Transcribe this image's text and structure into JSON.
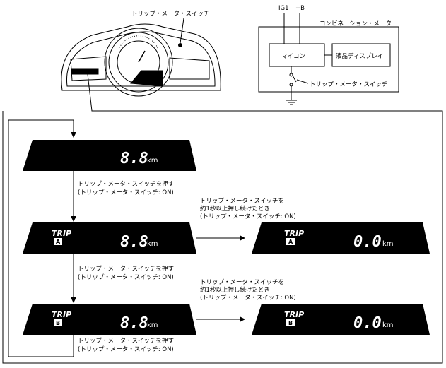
{
  "cluster": {
    "switch_callout": "トリップ・メータ・スイッチ"
  },
  "circuit": {
    "ig1": "IG1",
    "plus_b": "+B",
    "combination_meter": "コンビネーション・メータ",
    "microcomputer": "マイコン",
    "lcd": "液晶ディスプレイ",
    "switch_label": "トリップ・メータ・スイッチ"
  },
  "displays": {
    "odometer": {
      "value": "8.8",
      "unit": "km"
    },
    "trip_a": {
      "label": "TRIP",
      "badge": "A",
      "value": "8.8",
      "unit": "km"
    },
    "trip_a_reset": {
      "label": "TRIP",
      "badge": "A",
      "value": "0.0",
      "unit": "km"
    },
    "trip_b": {
      "label": "TRIP",
      "badge": "B",
      "value": "8.8",
      "unit": "km"
    },
    "trip_b_reset": {
      "label": "TRIP",
      "badge": "B",
      "value": "0.0",
      "unit": "km"
    }
  },
  "notes": {
    "press_line1": "トリップ・メータ・スイッチを押す",
    "press_line2": "(トリップ・メータ・スイッチ: ON)",
    "hold_line1": "トリップ・メータ・スイッチを",
    "hold_line2": "約1秒以上押し続けたとき",
    "hold_line3": "(トリップ・メータ・スイッチ: ON)"
  },
  "colors": {
    "display_bg": "#000000",
    "text": "#000000",
    "display_text": "#ffffff"
  }
}
